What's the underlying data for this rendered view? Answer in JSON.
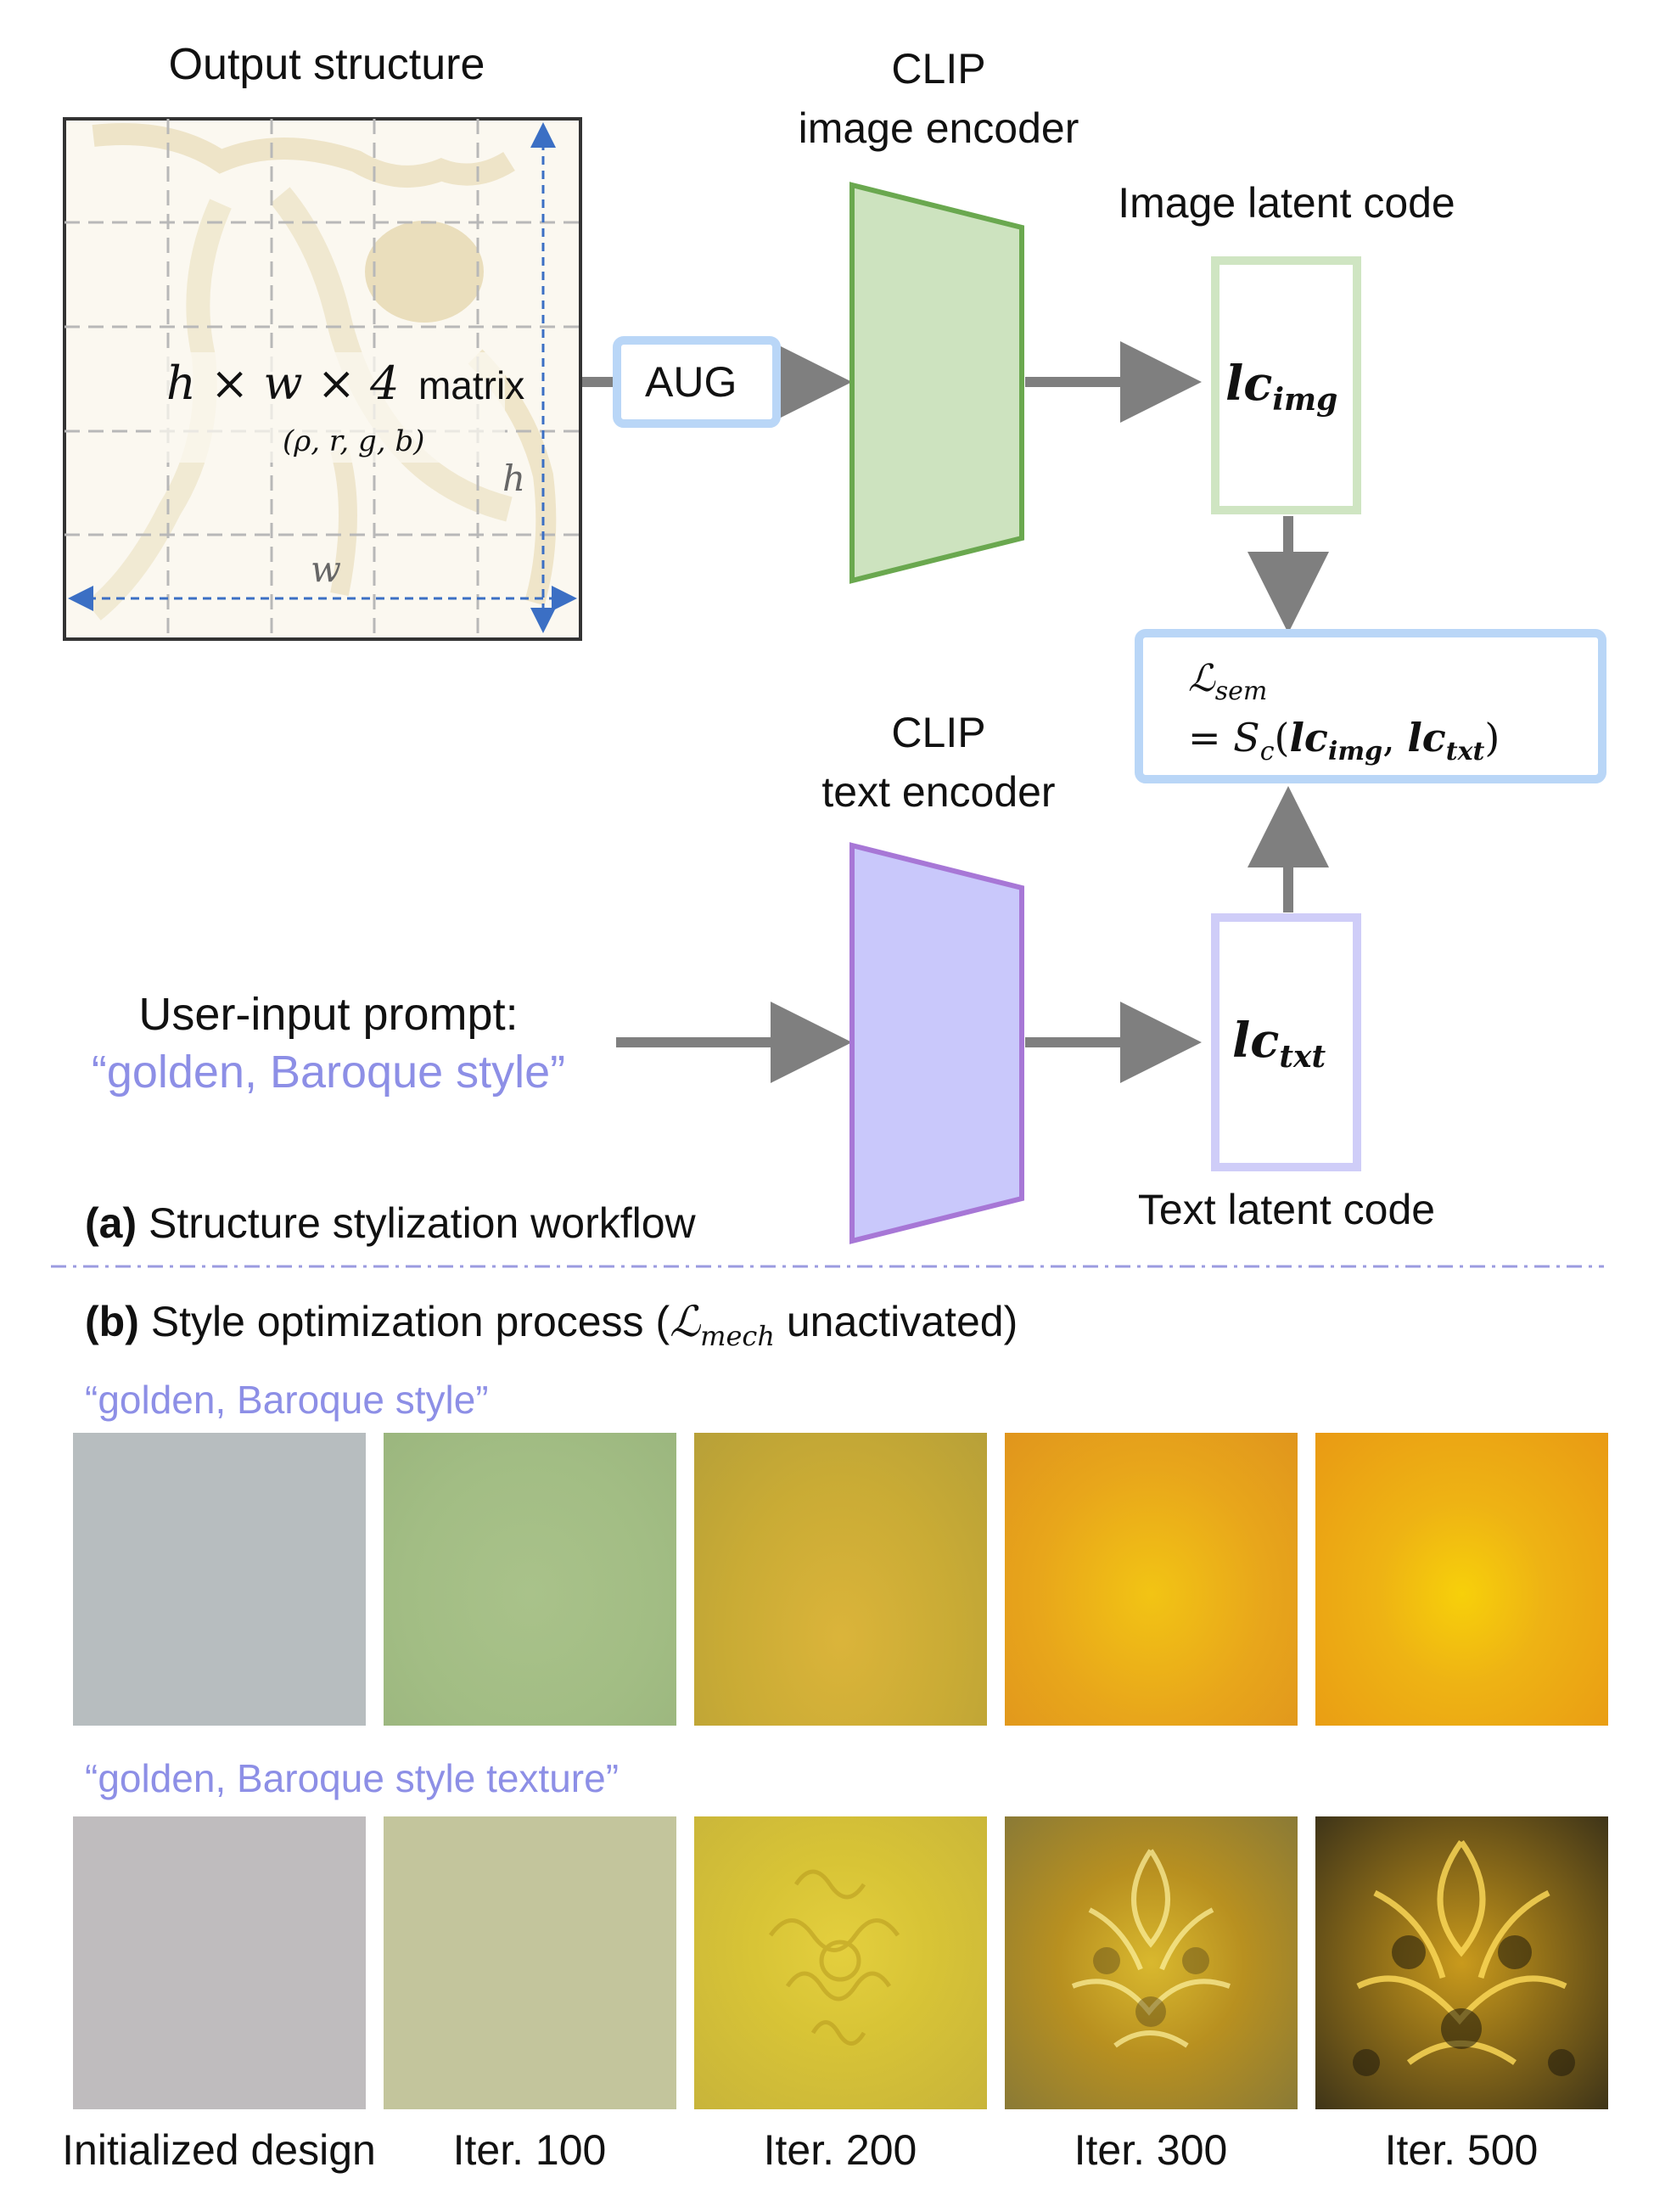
{
  "part_a": {
    "output_structure_label": "Output structure",
    "matrix_expr": "h × w × 4",
    "matrix_word": "matrix",
    "matrix_channels": "(ρ, r, g, b)",
    "dim_h": "h",
    "dim_w": "w",
    "aug_label": "AUG",
    "image_encoder_line1": "CLIP",
    "image_encoder_line2": "image encoder",
    "text_encoder_line1": "CLIP",
    "text_encoder_line2": "text encoder",
    "image_latent_label": "Image latent code",
    "text_latent_label": "Text latent code",
    "lc_img": "lc",
    "lc_img_sub": "img",
    "lc_txt": "lc",
    "lc_txt_sub": "txt",
    "loss_line1_symbol": "ℒ",
    "loss_line1_sub": "sem",
    "loss_line2": "= S",
    "loss_line2_sub": "c",
    "user_prompt_label": "User-input prompt:",
    "user_prompt_text": "“golden, Baroque style”",
    "caption_tag": "(a)",
    "caption_text": "Structure stylization workflow"
  },
  "part_b": {
    "caption_tag": "(b)",
    "caption_text_pre": "Style optimization process (",
    "caption_symbol": "ℒ",
    "caption_sub": "mech",
    "caption_text_post": " unactivated)",
    "row1_prompt": "“golden, Baroque style”",
    "row2_prompt": "“golden, Baroque style texture”",
    "iteration_labels": [
      "Initialized design",
      "Iter. 100",
      "Iter. 200",
      "Iter. 300",
      "Iter. 500"
    ]
  },
  "colors": {
    "arrow": "#7f7f7f",
    "image_encoder_fill": "#cde3bf",
    "image_encoder_stroke": "#6aa84f",
    "text_encoder_fill": "#c9c8fb",
    "text_encoder_stroke": "#a777d6",
    "aug_border": "#b9d6f7",
    "img_code_border": "#cfe5c2",
    "txt_code_border": "#cfcdf8",
    "loss_border": "#b9d6f7",
    "prompt_text": "#8d8fe6",
    "separator": "#9b9be0"
  }
}
